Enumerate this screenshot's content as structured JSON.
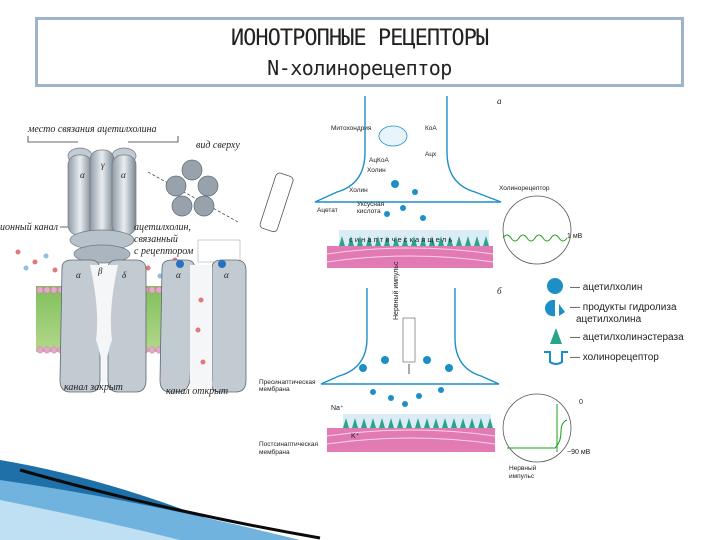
{
  "title": {
    "line1": "ИОНОТРОПНЫЕ РЕЦЕПТОРЫ",
    "line2": "N-холинорецептор"
  },
  "left_figure": {
    "binding_site": "место связания ацетилхолина",
    "top_view": "вид сверху",
    "ion_channel": "ионный канал",
    "ach_bound": [
      "ацетилхолин,",
      "связанный",
      "с рецептором"
    ],
    "closed": "канал закрыт",
    "open": "канал открыт",
    "subunits": [
      "α",
      "γ",
      "α",
      "δ",
      "β"
    ]
  },
  "right_figure": {
    "label_a": "а",
    "label_b": "б",
    "mitochondria": "Митохондрия",
    "coa": "КоА",
    "acetyl_coa": "АцКоА",
    "ach_small": "Ацх",
    "choline": "Холин",
    "choline2": "Холин",
    "acetate": "Ацетат",
    "acetic_acid": [
      "Уксусная",
      "кислота"
    ],
    "choline_receptor": "Холинорецептор",
    "synaptic_cleft": "с и н а п т и ч е с к а я   щ е л ь",
    "mv1": "1 мВ",
    "nerve_impulse": [
      "Нервный",
      "импульс"
    ],
    "presynaptic": [
      "Пресинаптическая",
      "мембрана"
    ],
    "postsynaptic": [
      "Постсинаптическая",
      "мембрана"
    ],
    "na": "Na⁺",
    "k": "K⁺",
    "zero": "0",
    "minus90": "−90 мВ",
    "nerve_impulse2": [
      "Нервный",
      "импульс"
    ]
  },
  "legend": [
    {
      "text": [
        "— ацетилхолин"
      ]
    },
    {
      "text": [
        "— продукты гидролиза",
        "ацетилхолина"
      ]
    },
    {
      "text": [
        "— ацетилхолинэстераза"
      ]
    },
    {
      "text": [
        "— холинорецептор"
      ]
    }
  ],
  "colors": {
    "accent": "#1d8fc7",
    "membrane_pink": "#e27ab4",
    "title_border": "#9eb5c9",
    "wave": "#18a018"
  }
}
